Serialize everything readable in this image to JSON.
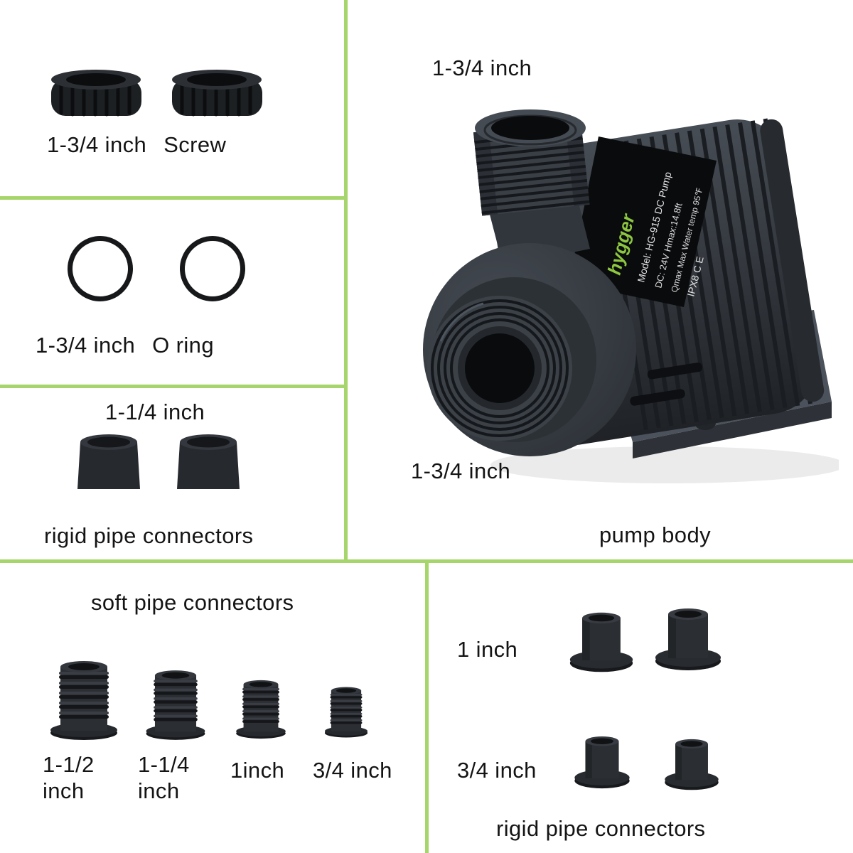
{
  "colors": {
    "divider_green": "#a6d56b",
    "brand_green": "#8dc63f",
    "part_black": "#1d2023"
  },
  "left_panel": {
    "screw_section": {
      "size": "1-3/4 inch",
      "label": "Screw"
    },
    "oring_section": {
      "size": "1-3/4 inch",
      "label": "O ring"
    },
    "rigid_section": {
      "size": "1-1/4 inch",
      "label": "rigid pipe connectors"
    },
    "soft_section": {
      "title": "soft pipe connectors",
      "sizes": [
        "1-1/2 inch",
        "1-1/4 inch",
        "1inch",
        "3/4 inch"
      ]
    }
  },
  "pump_panel": {
    "top_port_label": "1-3/4 inch",
    "front_port_label": "1-3/4 inch",
    "caption": "pump body",
    "sticker": {
      "brand": "hygger",
      "line1": "Model: HG-915  DC Pump",
      "line2": "DC: 24V   Hmax:14.8ft",
      "line3": "Qmax   Max Water temp 95℉",
      "line4": "IPX8   C E"
    }
  },
  "bottom_right_panel": {
    "size_1": "1 inch",
    "size_2": "3/4 inch",
    "caption": "rigid pipe connectors"
  }
}
